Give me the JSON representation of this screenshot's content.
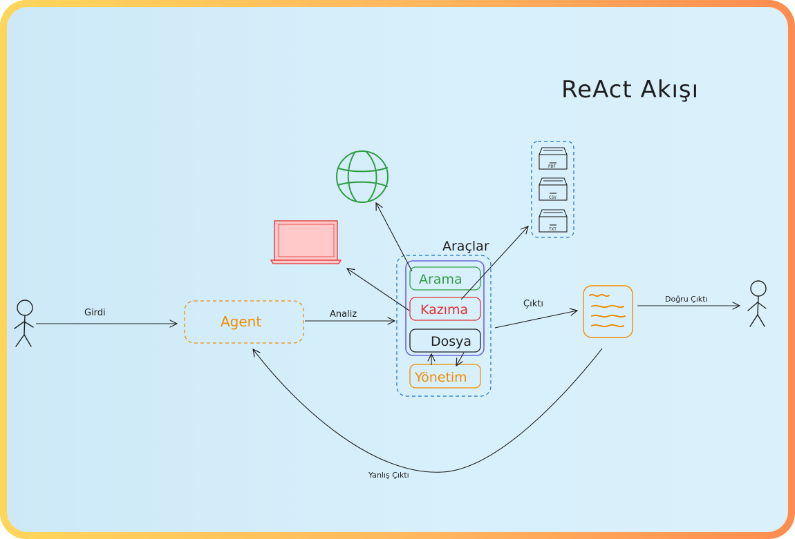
{
  "title": "ReAct Akışı",
  "nodes": {
    "agent": "Agent",
    "tools_group": "Araçlar",
    "tools": [
      "Arama",
      "Kazıma",
      "Dosya",
      "Yönetim"
    ]
  },
  "edges": {
    "input": "Girdi",
    "analyze": "Analiz",
    "output": "Çıktı",
    "correct_output": "Doğru Çıktı",
    "wrong_output": "Yanlış Çıktı"
  },
  "file_types": [
    "PDF",
    "CSV",
    "TXT"
  ],
  "icons": [
    "user-icon",
    "globe-icon",
    "laptop-icon",
    "document-icon",
    "file-drawer-icon"
  ],
  "colors": {
    "arama": "#2f9e44",
    "kazima": "#e03131",
    "dosya": "#1e1e1e",
    "yonetim": "#f08c00",
    "agent": "#f08c00",
    "groups": "#1971c2",
    "selection": "#6965db",
    "laptop_fill": "#ffc9c9",
    "laptop_stroke": "#e03131",
    "globe": "#2f9e44",
    "document": "#f08c00"
  }
}
